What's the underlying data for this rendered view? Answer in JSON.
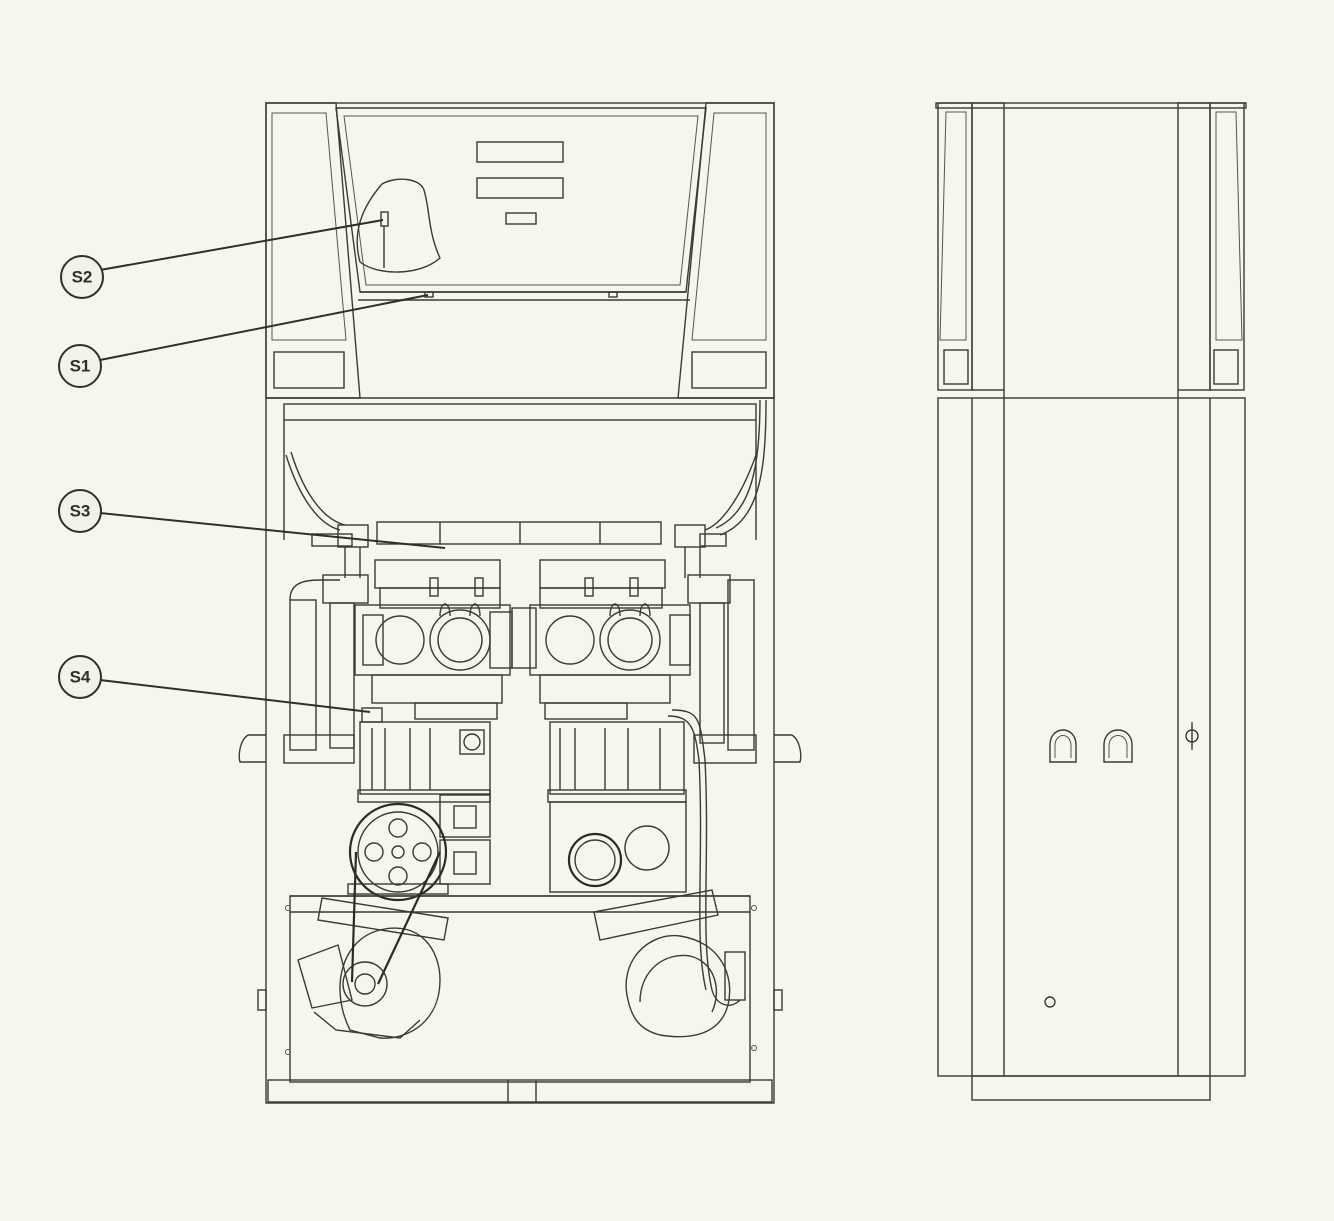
{
  "diagram": {
    "callouts": [
      {
        "id": "s2",
        "label": "S2"
      },
      {
        "id": "s1",
        "label": "S1"
      },
      {
        "id": "s3",
        "label": "S3"
      },
      {
        "id": "s4",
        "label": "S4"
      }
    ]
  }
}
